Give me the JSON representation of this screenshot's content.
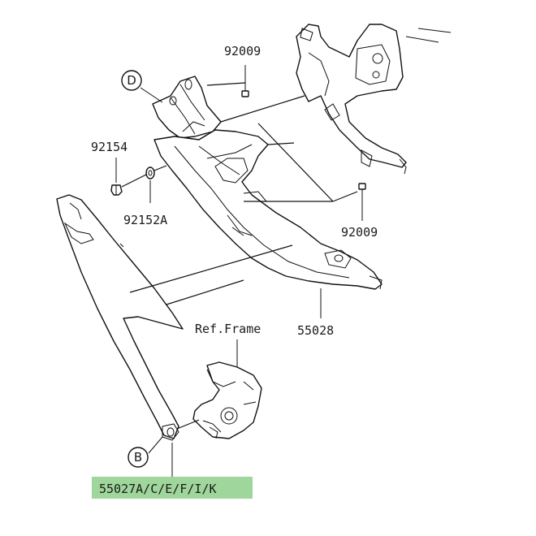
{
  "labels": {
    "part_92009_top": "92009",
    "part_92154": "92154",
    "part_92152a": "92152A",
    "part_92009_right": "92009",
    "part_55028": "55028",
    "ref_frame": "Ref.Frame",
    "part_55027": "55027A/C/E/F/I/K"
  },
  "callouts": {
    "d": "D",
    "b": "B"
  },
  "colors": {
    "highlight": "#9fd69b",
    "line": "#111111"
  }
}
